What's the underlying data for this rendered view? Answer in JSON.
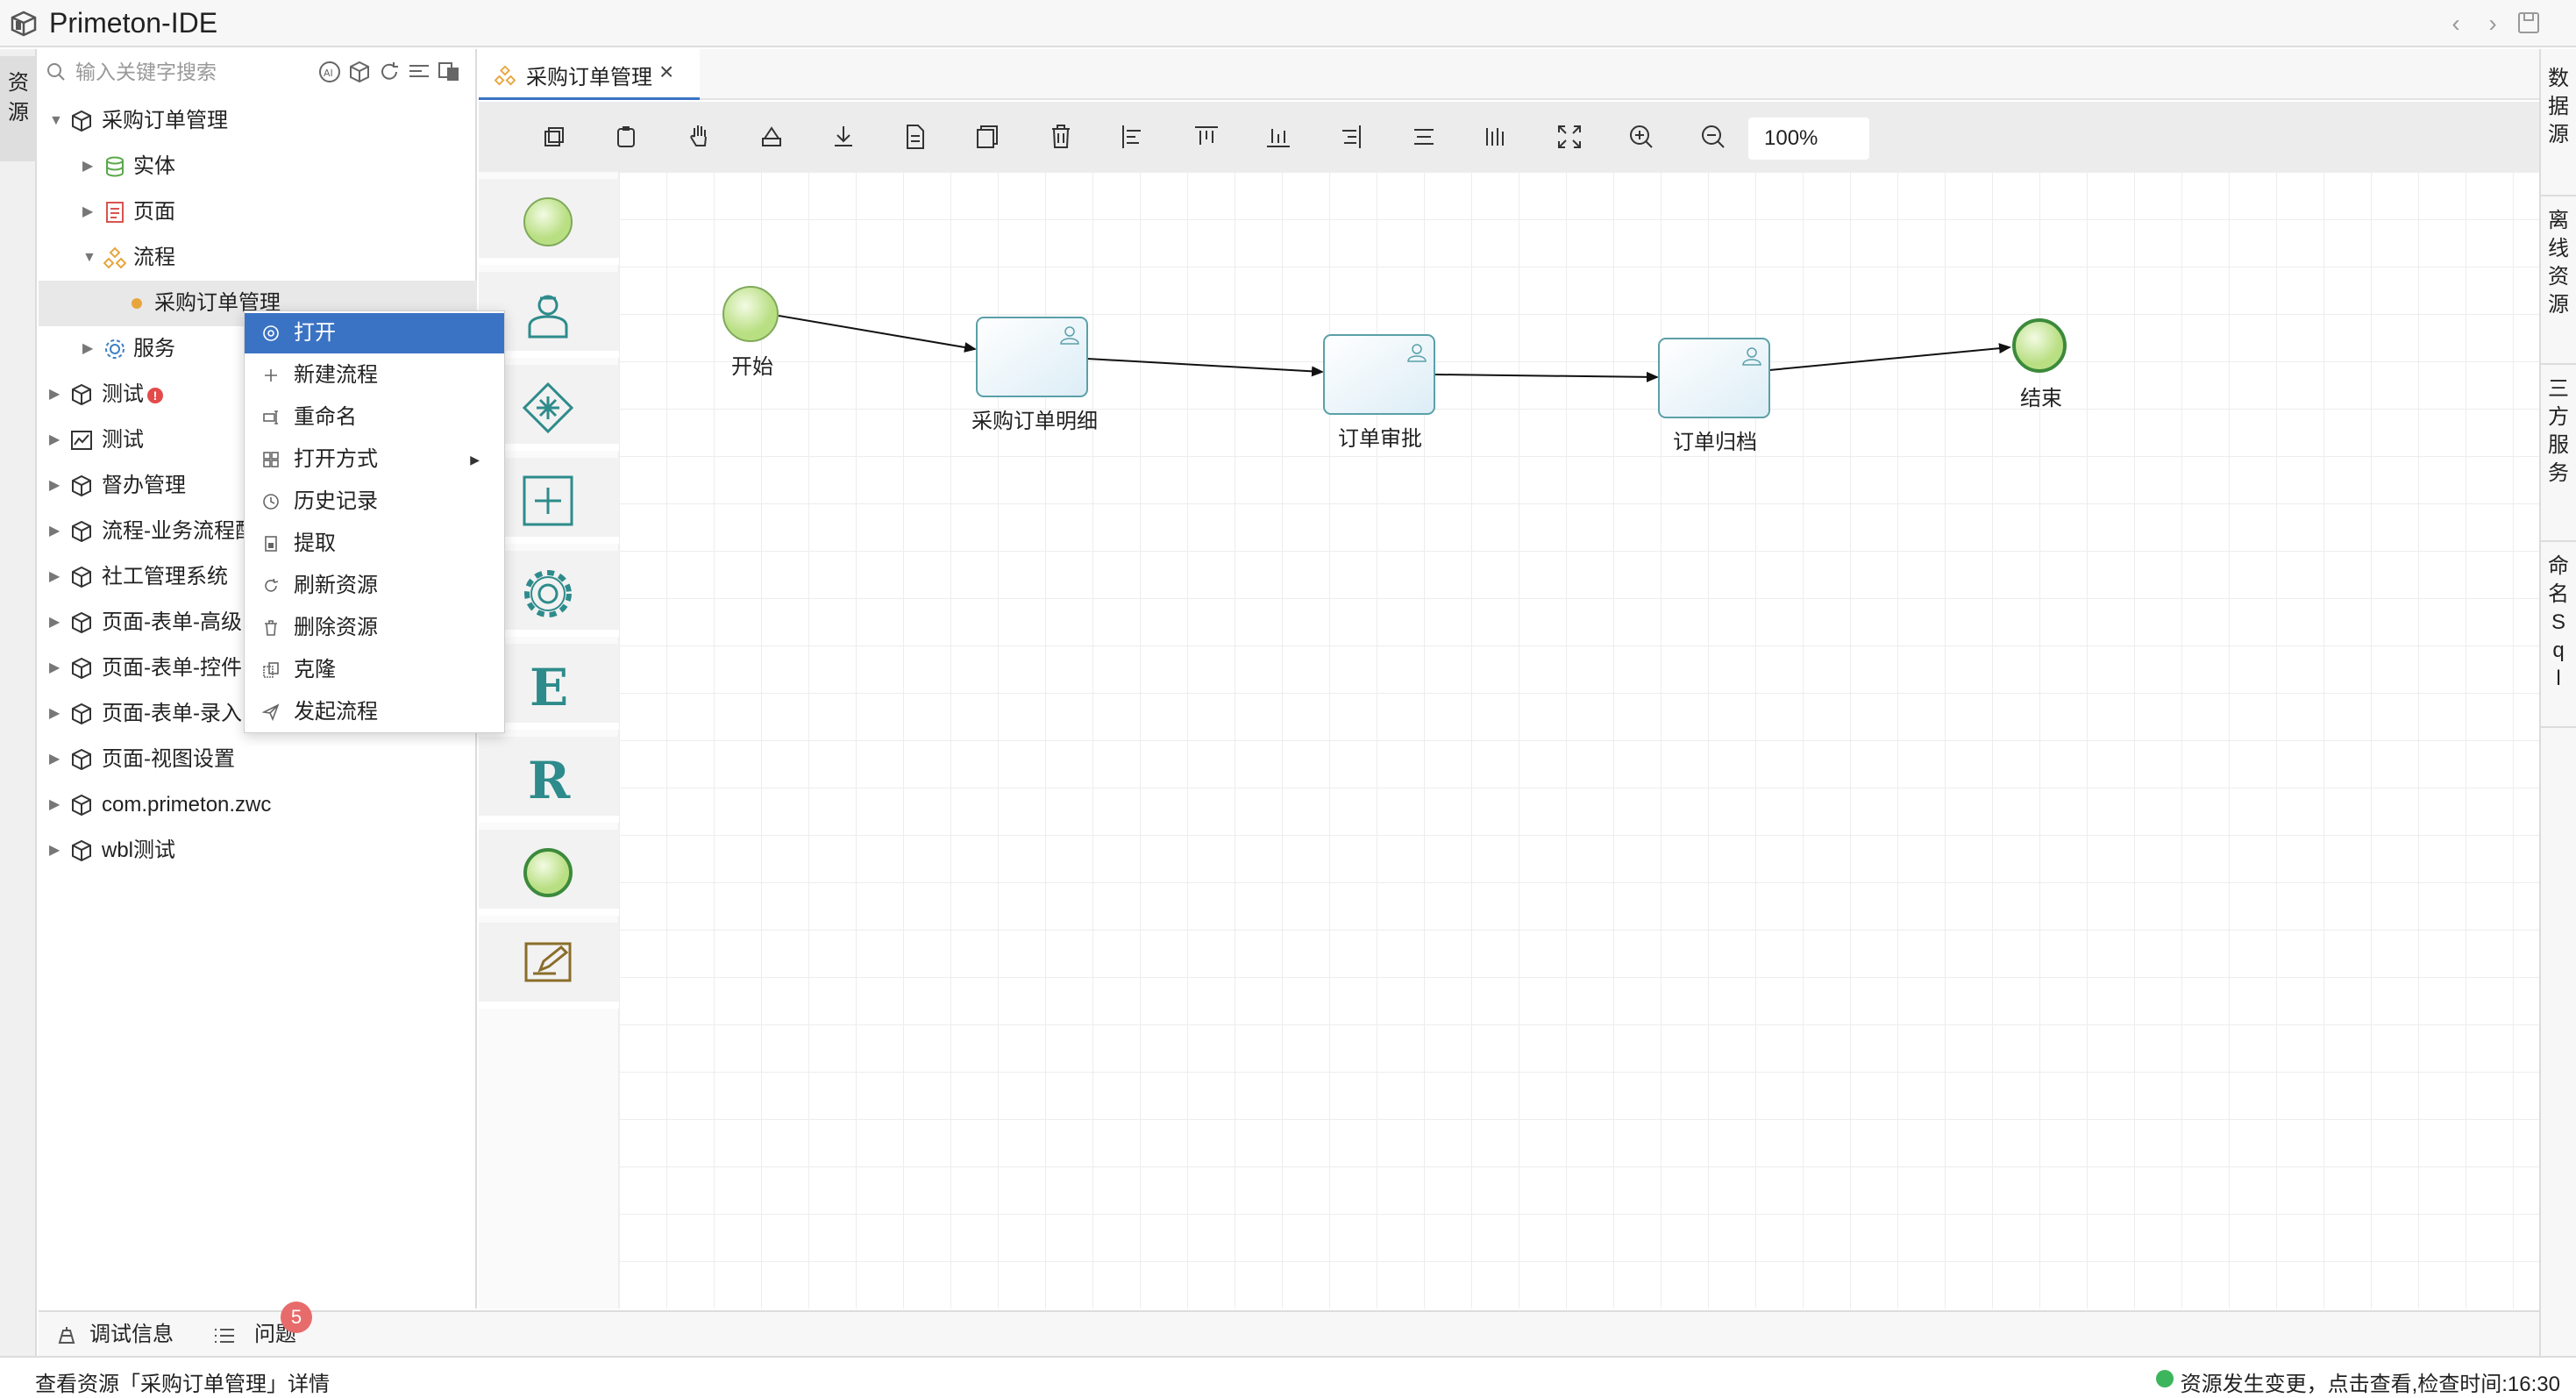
{
  "app": {
    "title": "Primeton-IDE"
  },
  "left_strip": {
    "tab_label": "资\n源"
  },
  "sidebar": {
    "search_placeholder": "输入关键字搜索",
    "tree": [
      {
        "label": "采购订单管理"
      },
      {
        "label": "实体"
      },
      {
        "label": "页面"
      },
      {
        "label": "流程"
      },
      {
        "label": "采购订单管理"
      },
      {
        "label": "服务"
      },
      {
        "label": "测试"
      },
      {
        "label": "测试"
      },
      {
        "label": "督办管理"
      },
      {
        "label": "流程-业务流程配"
      },
      {
        "label": "社工管理系统"
      },
      {
        "label": "页面-表单-高级"
      },
      {
        "label": "页面-表单-控件"
      },
      {
        "label": "页面-表单-录入"
      },
      {
        "label": "页面-视图设置"
      },
      {
        "label": "com.primeton.zwc"
      },
      {
        "label": "wbl测试"
      }
    ]
  },
  "context_menu": {
    "items": [
      {
        "label": "打开"
      },
      {
        "label": "新建流程"
      },
      {
        "label": "重命名"
      },
      {
        "label": "打开方式"
      },
      {
        "label": "历史记录"
      },
      {
        "label": "提取"
      },
      {
        "label": "刷新资源"
      },
      {
        "label": "删除资源"
      },
      {
        "label": "克隆"
      },
      {
        "label": "发起流程"
      }
    ]
  },
  "editor": {
    "tab_label": "采购订单管理",
    "zoom": "100%"
  },
  "diagram": {
    "nodes": [
      {
        "label": "开始"
      },
      {
        "label": "采购订单明细"
      },
      {
        "label": "订单审批"
      },
      {
        "label": "订单归档"
      },
      {
        "label": "结束"
      }
    ]
  },
  "right_strip": {
    "tabs": [
      {
        "label": "数\n据\n源"
      },
      {
        "label": "离\n线\n资\n源"
      },
      {
        "label": "三\n方\n服\n务"
      },
      {
        "label": "命\n名\nS\nq\nl"
      }
    ]
  },
  "bottom": {
    "debug_label": "调试信息",
    "issues_label": "问题",
    "issues_count": "5"
  },
  "status": {
    "left": "查看资源「采购订单管理」详情",
    "right": "资源发生变更，点击查看,检查时间:16:30"
  },
  "colors": {
    "accent": "#3b73c4",
    "start_event": "#cfe8a8",
    "node_teal": "#2e8b8b",
    "badge_red": "#e86b6b",
    "status_green": "#3cb55c"
  }
}
